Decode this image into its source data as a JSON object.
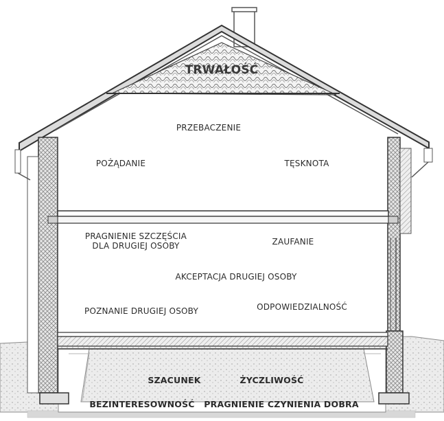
{
  "roof": {
    "title": "TRWAŁOŚĆ"
  },
  "attic": {
    "center": "PRZEBACZENIE",
    "left": "POŻĄDANIE",
    "right": "TĘSKNOTA"
  },
  "ground_floor": {
    "wish_line1": "PRAGNIENIE SZCZĘŚCIA",
    "wish_line2": "DLA DRUGIEJ OSOBY",
    "trust": "ZAUFANIE",
    "acceptance": "AKCEPTACJA DRUGIEJ OSOBY",
    "knowing": "POZNANIE DRUGIEJ OSOBY",
    "responsibility": "ODPOWIEDZIALNOŚĆ"
  },
  "foundation": {
    "respect": "SZACUNEK",
    "kindness": "ŻYCZLIWOŚĆ",
    "selflessness": "BEZINTERESOWNOŚĆ",
    "doing_good": "PRAGNIENIE CZYNIENIA DOBRA"
  },
  "colors": {
    "line": "#3a3a3a",
    "hatch": "#9a9a9a",
    "insulation": "#bfbfbf",
    "ground": "#e4e4e4",
    "text": "#2b2b2b"
  }
}
